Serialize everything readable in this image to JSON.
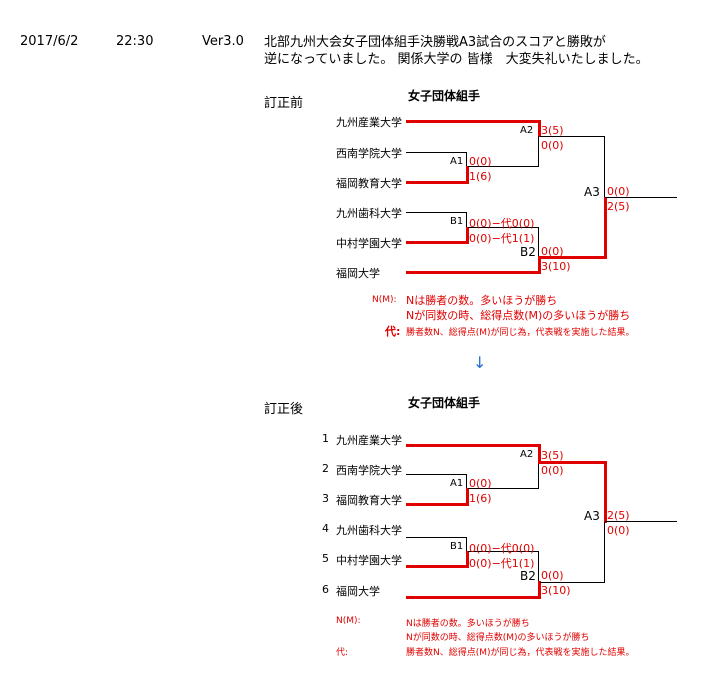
{
  "header": {
    "date": "2017/6/2",
    "time": "22:30",
    "version": "Ver3.0",
    "notice_line1": "北部九州大会女子団体組手決勝戦A3試合のスコアと勝敗が",
    "notice_line2": "逆になっていました。 関係大学の 皆様　大変失礼いたしました。"
  },
  "before": {
    "section_label": "訂正前",
    "title": "女子団体組手",
    "teams": [
      "九州産業大学",
      "西南学院大学",
      "福岡教育大学",
      "九州歯科大学",
      "中村学園大学",
      "福岡大学"
    ],
    "matches": {
      "A1": {
        "label": "A1",
        "top": "0(0)",
        "bottom": "1(6)"
      },
      "A2": {
        "label": "A2",
        "top": "3(5)",
        "bottom": "0(0)"
      },
      "B1": {
        "label": "B1",
        "top": "0(0)−代0(0)",
        "bottom": "0(0)−代1(1)"
      },
      "B2": {
        "label": "B2",
        "top": "0(0)",
        "bottom": "3(10)"
      },
      "A3": {
        "label": "A3",
        "top": "0(0)",
        "bottom": "2(5)"
      }
    },
    "legend": {
      "nm_key": "N(M):",
      "nm_line1": "Nは勝者の数。多いほうが勝ち",
      "nm_line2": "Nが同数の時、総得点数(M)の多いほうが勝ち",
      "dai_key": "代:",
      "dai_text": "勝者数N、総得点(M)が同じ為，代表戦を実施した結果。"
    }
  },
  "arrow": "↓",
  "after": {
    "section_label": "訂正後",
    "title": "女子団体組手",
    "seeds": [
      "1",
      "2",
      "3",
      "4",
      "5",
      "6"
    ],
    "teams": [
      "九州産業大学",
      "西南学院大学",
      "福岡教育大学",
      "九州歯科大学",
      "中村学園大学",
      "福岡大学"
    ],
    "matches": {
      "A1": {
        "label": "A1",
        "top": "0(0)",
        "bottom": "1(6)"
      },
      "A2": {
        "label": "A2",
        "top": "3(5)",
        "bottom": "0(0)"
      },
      "B1": {
        "label": "B1",
        "top": "0(0)−代0(0)",
        "bottom": "0(0)−代1(1)"
      },
      "B2": {
        "label": "B2",
        "top": "0(0)",
        "bottom": "3(10)"
      },
      "A3": {
        "label": "A3",
        "top": "2(5)",
        "bottom": "0(0)"
      }
    },
    "legend": {
      "nm_key": "N(M):",
      "nm_line1": "Nは勝者の数。多いほうが勝ち",
      "nm_line2": "Nが同数の時、総得点数(M)の多いほうが勝ち",
      "dai_key": "代:",
      "dai_text": "勝者数N、総得点(M)が同じ為，代表戦を実施した結果。"
    }
  },
  "colors": {
    "winner_line": "#e00000",
    "score_text": "#e00000",
    "arrow": "#1f6fd0"
  }
}
